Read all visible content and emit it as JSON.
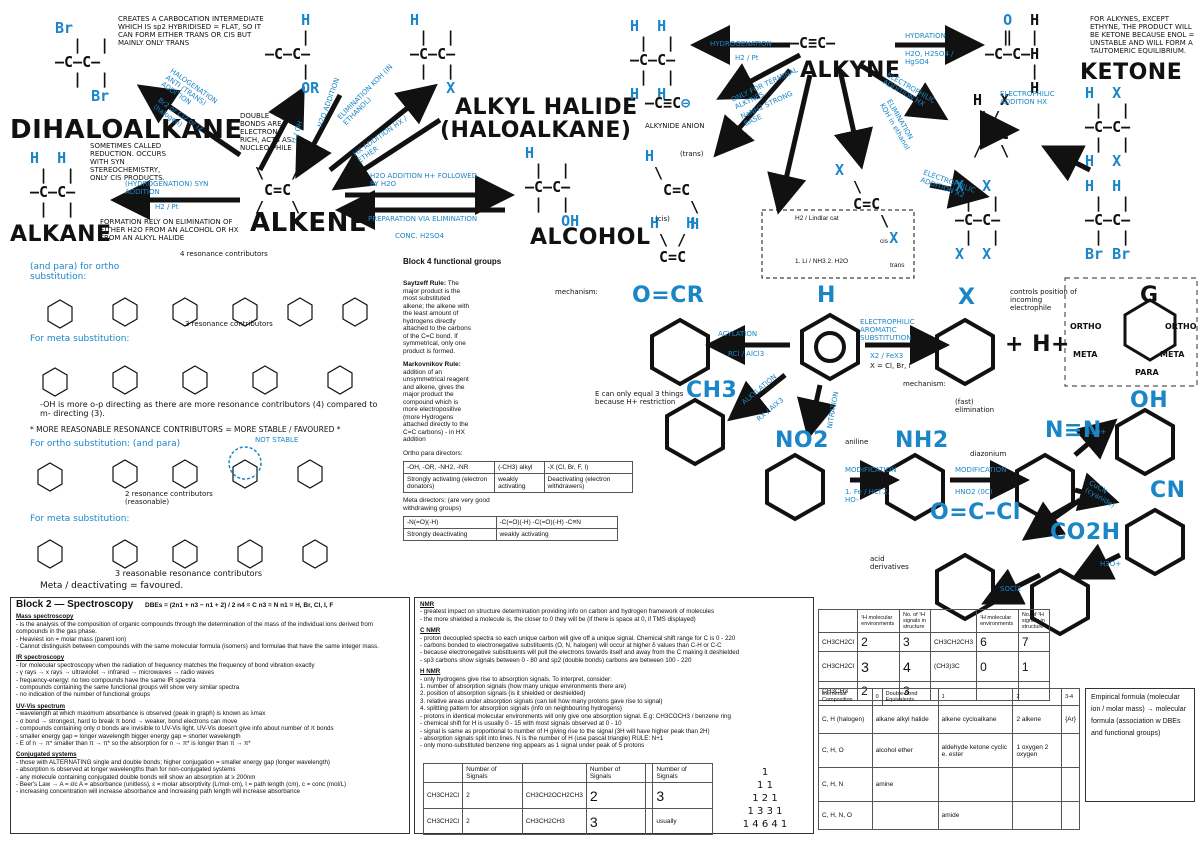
{
  "colors": {
    "accent": "#1a86c8",
    "ink": "#111111",
    "red_heading": "#d7262e"
  },
  "left_map": {
    "dihaloalkane": "DIHALOALKANE",
    "alkane": "ALKANE",
    "alkene": "ALKENE",
    "alkyl_halide": "ALKYL HALIDE",
    "haloalkane": "(HALOALKANE)",
    "alcohol": "ALCOHOL",
    "carbocation_note": "CREATES A CARBOCATION INTERMEDIATE WHICH IS sp2 HYBRIDISED = FLAT, SO IT CAN FORM EITHER TRANS OR CIS BUT MAINLY ONLY TRANS",
    "halogenation": "HALOGENATION ANTI (TRANS) ADDITION",
    "halogens": "Br2 or Cl2 or I2 (halogen)",
    "double_bond_note": "DOUBLE BONDS ARE ELECTRON RICH, ACTS AS NUCLEO-PHILE",
    "h2o_addition": "H2O ADDITION",
    "h_oh": "H / OH",
    "elimination": "ELIMINATION KOH (IN ETHANOL)",
    "hx_addition": "HX ADDITION HX / ETHER",
    "h2o_addition2": "H2O ADDITION H+ FOLLOWED BY H2O",
    "reduction_note": "SOMETIMES CALLED REDUCTION. OCCURS WITH SYN STEREOCHEMISTRY, ONLY CIS PRODUCTS.",
    "hydrogenation": "(HYDROGENATION) SYN ADDITION",
    "h2_pt": "H2 / Pt",
    "formation_note": "FORMATION RELY ON ELIMINATION OF EITHER H2O FROM AN ALCOHOL OR HX FROM AN ALKYL HALIDE",
    "prep_elim": "PREPARATION VIA ELIMINATION",
    "conc": "CONC. H2SO4"
  },
  "right_map": {
    "alkyne": "ALKYNE",
    "ketone": "KETONE",
    "hydrogenation": "HYDROGENATION",
    "h2_pt": "H2 / Pt",
    "hydration": "HYDRATION",
    "h2o_h2so4": "H2O, H2SO4 / HgSO4",
    "ketone_note": "FOR ALKYNES, EXCEPT ETHYNE, THE PRODUCT WILL BE KETONE BECAUSE ENOL = UNSTABLE AND WILL FORM A TAUTOMERIC EQUILIBRIUM.",
    "quick_terminal": "ONLY FOR TERMINAL ALKYNES",
    "alkynide": "ALKYNIDE ANION",
    "strong_base": "NaNH2 STRONG BASE",
    "electrophilic_hx": "ELECTROPHILIC ADDITION HX",
    "elimination": "ELIMINATION KOH in ethanol",
    "electrophilic_x2": "ELECTROPHILIC ADDITION X2",
    "trans": "(trans)",
    "cis": "(cis)",
    "lindlar": "H2 / Lindlar cat",
    "li_nh3": "1. Li / NH3  2. H2O",
    "cis_label": "cis",
    "trans_label": "trans"
  },
  "aromatic": {
    "acylation": "ACYLATION",
    "alkylation": "ALKYLATION",
    "ocr": "O=CR",
    "ch3": "CH3",
    "rcl_alcl3": "RCl / AlCl3",
    "rx_alx3": "RX / AlX3",
    "electrophilic_sub": "ELECTROPHILIC AROMATIC SUBSTITUTION",
    "x2_fex3": "X2 / FeX3",
    "x_list": "X = Cl, Br, I",
    "plus_h": "+ H+",
    "mechanism": "mechanism:",
    "nitration": "NITRATION",
    "nitro": "NO2",
    "amine": "NH2",
    "aniline": "aniline",
    "modification": "MODIFICATION",
    "fe_hcl": "1. Fe / HCl  2. HO-",
    "hno2": "HNO2 (0C)",
    "diazonium": "diazonium",
    "nitrile": "N≡N",
    "cn": "CN",
    "cucn": "CuCN (cyanide)",
    "oh": "OH",
    "h3o": "H3O+",
    "cocl": "O=C–Cl",
    "co2h": "CO2H",
    "socl2": "SOCl2",
    "acid_derivatives": "acid derivatives",
    "controls": "controls position of incoming electrophile",
    "g": "G",
    "ortho": "ORTHO",
    "meta": "META",
    "para": "PARA",
    "e_only": "E can only equal 3 things because H+ restriction",
    "resonance_fast": "(fast) elimination"
  },
  "resonance": {
    "four_contrib": "4 resonance contributors",
    "for_ortho": "(and para) for ortho substitution:",
    "three_contrib": "3 resonance contributors",
    "for_meta": "For meta substitution:",
    "oh_note": "-OH is more o-p directing as there are more resonance contributors (4) compared to m- directing (3).",
    "more_stable": "* MORE REASONABLE RESONANCE CONTRIBUTORS = MORE STABLE / FAVOURED *",
    "for_ortho2": "For ortho substitution: (and para)",
    "not_stable": "NOT STABLE",
    "two_contrib": "2 resonance contributors (reasonable)",
    "for_meta2": "For meta substitution:",
    "three_reasonable": "3 reasonable resonance contributors",
    "meta_deact": "Meta / deactivating = favoured."
  },
  "block4": {
    "title": "Block 4 functional groups",
    "saytzeff_head": "Saytzeff Rule:",
    "saytzeff": "The major product is the most substituted alkene; the alkene with the least amount of hydrogens directly attached to the carbons of the C=C bond. If symmetrical, only one product is formed.",
    "mark_head": "Markovnikov Rule:",
    "mark": "addition of an unsymmetrical reagent and alkene, gives the major product the compound which is more electropositive (more Hydrogens attached directly to the C=C carbons) - in HX addition",
    "ortho_para": "Ortho para directors:",
    "row1": [
      "-OH, -OR, -NH2, -NR",
      "(-CH3) alkyl",
      "-X (Cl, Br, F, I)"
    ],
    "row2": [
      "Strongly activating (electron donators)",
      "weakly activating",
      "Deactivating (electron withdrawers)"
    ],
    "meta_dir": "Meta directors: (are very good withdrawing groups)",
    "mrow1": [
      "-N(=O)(-H)",
      "-C(=O)(-H)  -C(=O)(-H)  -C≡N"
    ],
    "mrow2": [
      "Strongly deactivating",
      "weakly activating"
    ]
  },
  "block2": {
    "title": "Block 2 — Spectroscopy",
    "dbe": "DBEs = (2n1 + n3 − n1 + 2) / 2     n4 = C    n3 = N    n1 = H, Br, Cl, I, F",
    "ms_head": "Mass spectroscopy",
    "ms1": "- is the analysis of the composition of organic compounds through the determination of the mass of the individual ions derived from compounds in the gas phase.",
    "ms2": "- Heaviest ion = molar mass (parent ion)",
    "ms3": "- Cannot distinguish between compounds with the same molecular formula (isomers) and formulae that have the same integer mass.",
    "ir_head": "IR spectroscopy",
    "ir1": "- for molecular spectroscopy when the radiation of frequency matches the frequency of bond vibration exactly",
    "ir2": "- γ rays → x rays → ultraviolet → infrared → microwaves → radio waves",
    "ir3": "- frequency-energy: no two compounds have the same IR spectra",
    "ir4": "- compounds containing the same functional groups will show very similar spectra",
    "ir5": "- no indication of the number of functional groups",
    "uv_head": "UV-Vis spectrum",
    "uv1": "- wavelength at which maximum absorbance is observed (peak in graph) is known as λmax",
    "uv2": "- σ bond → strongest, hard to break     π bond → weaker, bond electrons can move",
    "uv3": "- compounds containing only σ bonds are invisible to UV-Vis light. UV-Vis doesn't give info about number of π bonds",
    "uv4": "- smaller energy gap = longer wavelength          bigger energy gap = shorter wavelength",
    "uv5": "- E of n → π* smaller than π → π* so the absorption for n → π* is longer than π → π*",
    "conj_head": "Conjugated systems",
    "conj1": "- those with ALTERNATING single and double bonds; higher conjugation = smaller energy gap (longer wavelength)",
    "conj2": "- absorption is observed at longer wavelengths than for non-conjugated systems",
    "conj3": "- any molecule containing conjugated double bonds will show an absorption at ≥ 200nm",
    "conj4": "- Beer's Law → A = εlc  A = absorbance (unitless), ε = molar absorptivity (L/mol·cm), l = path length (cm), c = conc (mol/L)",
    "conj5": "- increasing concentration will increase absorbance and increasing path length will increase absorbance"
  },
  "nmr": {
    "head": "NMR",
    "n1": "- greatest impact on structure determination providing info on carbon and hydrogen framework of molecules",
    "n2": "- the more shielded a molecule is, the closer to 0 they will be (if there is space at 0, if TMS displayed)",
    "c_head": "C NMR",
    "c1": "- proton decoupled spectra so each unique carbon will give off a unique signal. Chemical shift range for C is 0 - 220",
    "c2": "- carbons bonded to electronegative substituents (O, N, halogen) will occur at higher δ values than C-H or C-C",
    "c3": "- because electronegative substituents will pull the electrons towards itself and away from the C making it deshielded",
    "c4": "- sp3 carbons show signals between 0 - 80 and sp2 (double bonds) carbons are between 100 - 220",
    "h_head": "H NMR",
    "h1": "- only hydrogens give rise to absorption signals. To interpret, consider:",
    "h2": "1. number of absorption signals (how many unique environments there are)",
    "h3": "2. position of absorption signals (is it shielded or deshielded)",
    "h4": "3. relative areas under absorption signals (can tell how many protons gave rise to signal)",
    "h5": "4. splitting pattern for absorption signals (info on neighbouring hydrogens)",
    "h6": "- protons in identical molecular environments will only give one absorption signal. E.g: CH3COCH3 / benzene ring",
    "h7": "- chemical shift for H is usually 0 - 15 with most signals observed at 0 - 10",
    "h8": "- signal is same as proportional to number of H giving rise to the signal (3H will have higher peak than 2H)",
    "h9": "- absorption signals split into lines. N is the number of H (use pascal triangle)      RULE: N+1",
    "h10": "- only mono-substituted benzene ring appears as 1 signal under peak of 5 protons"
  },
  "signals_table": {
    "headers": [
      "",
      "Number of Signals",
      "",
      "Number of Signals",
      "",
      "Number of Signals"
    ],
    "rows": [
      [
        "CH3CH2Cl",
        "2",
        "CH3CH2OCH2CH3",
        "2",
        "",
        "3"
      ],
      [
        "CH3CH2Cl",
        "2",
        "CH3CH2CH3",
        "3",
        "",
        "usually"
      ]
    ]
  },
  "pascal": [
    "1",
    "1  1",
    "1  2  1",
    "1  3  3  1",
    "1  4  6  4  1"
  ],
  "h_env_table": {
    "head": [
      "",
      "¹H molecular environments",
      "No. of ¹H signals in structure",
      "",
      "¹H molecular environments",
      "No. of ¹H signals in structure"
    ],
    "rows": [
      [
        "CH3CH2Cl",
        "2",
        "3",
        "CH3CH2CH3",
        "6",
        "7"
      ],
      [
        "CH3CH2Cl",
        "3",
        "4",
        "(CH3)3C",
        "0",
        "1"
      ],
      [
        "CH3CH3",
        "2",
        "3",
        "",
        "",
        ""
      ]
    ]
  },
  "dbe_table": {
    "head": [
      "Elemental Composition",
      "0",
      "Double Bond Equivalents",
      "1",
      "2",
      "3-4"
    ],
    "rows": [
      [
        "C, H (halogen)",
        "alkane alkyl halide",
        "alkene cycloalkane",
        "2 alkene",
        "{Ar}"
      ],
      [
        "C, H, O",
        "alcohol ether",
        "aldehyde ketone cyclic e. ester",
        "1 oxygen 2 oxygen",
        ""
      ],
      [
        "C, H, N",
        "amine",
        "",
        "",
        ""
      ],
      [
        "C, H, N, O",
        "",
        "amide",
        "",
        ""
      ]
    ]
  },
  "empirical": "Empirical formula (molecular ion / molar mass) → molecular formula (association w DBEs and functional groups)"
}
